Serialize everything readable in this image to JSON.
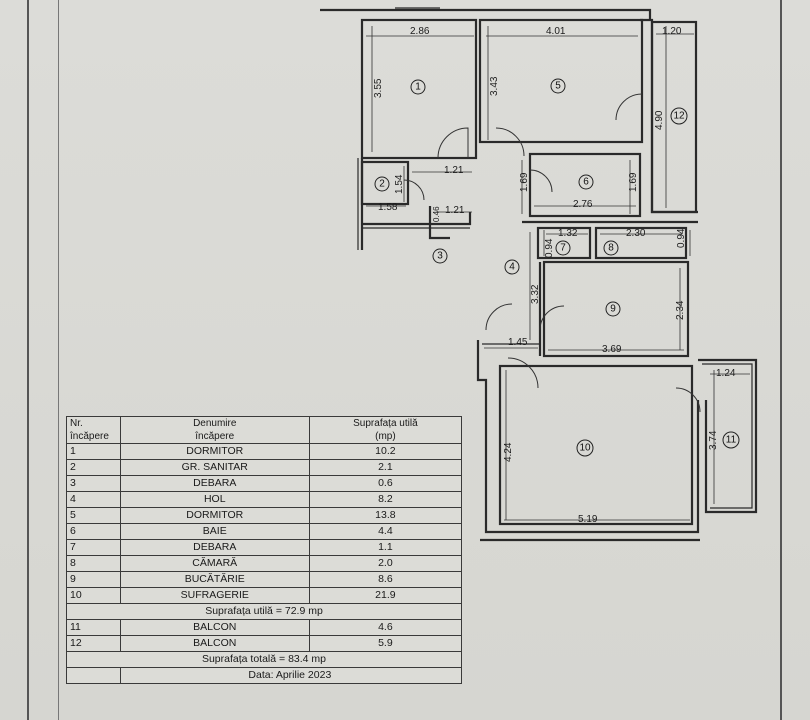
{
  "table": {
    "header": {
      "nr_line1": "Nr.",
      "nr_line2": "încăpere",
      "name_line1": "Denumire",
      "name_line2": "încăpere",
      "area_line1": "Suprafața utilă",
      "area_line2": "(mp)"
    },
    "rooms": [
      {
        "nr": "1",
        "name": "DORMITOR",
        "area": "10.2"
      },
      {
        "nr": "2",
        "name": "GR. SANITAR",
        "area": "2.1"
      },
      {
        "nr": "3",
        "name": "DEBARA",
        "area": "0.6"
      },
      {
        "nr": "4",
        "name": "HOL",
        "area": "8.2"
      },
      {
        "nr": "5",
        "name": "DORMITOR",
        "area": "13.8"
      },
      {
        "nr": "6",
        "name": "BAIE",
        "area": "4.4"
      },
      {
        "nr": "7",
        "name": "DEBARA",
        "area": "1.1"
      },
      {
        "nr": "8",
        "name": "CĂMARĂ",
        "area": "2.0"
      },
      {
        "nr": "9",
        "name": "BUCĂTĂRIE",
        "area": "8.6"
      },
      {
        "nr": "10",
        "name": "SUFRAGERIE",
        "area": "21.9"
      }
    ],
    "useful_total": "Suprafața utilă = 72.9 mp",
    "balconies": [
      {
        "nr": "11",
        "name": "BALCON",
        "area": "4.6"
      },
      {
        "nr": "12",
        "name": "BALCON",
        "area": "5.9"
      }
    ],
    "grand_total": "Suprafața totală = 83.4 mp",
    "date": "Data: Aprilie 2023"
  },
  "plan": {
    "room_numbers": [
      "1",
      "2",
      "3",
      "4",
      "5",
      "6",
      "7",
      "8",
      "9",
      "10",
      "11",
      "12"
    ],
    "dimensions": {
      "r1_width": "2.86",
      "r1_height": "3.55",
      "r5_width": "4.01",
      "r5_height": "3.43",
      "r12_width": "1.20",
      "r12_height": "4.90",
      "r2_width": "1.58",
      "r2_height": "1.54",
      "door_width_a": "1.21",
      "door_width_b": "1.21",
      "r3_small": "0.46",
      "r6_width": "2.76",
      "r6_h_left": "1.69",
      "r6_h_right": "1.69",
      "r7_width": "1.32",
      "r7_height": "0.94",
      "r8_width": "2.30",
      "r8_height": "0.94",
      "hol_height": "3.32",
      "hol_width": "1.45",
      "r9_width": "3.69",
      "r9_height": "2.34",
      "r10_width": "5.19",
      "r10_height": "4.24",
      "r11_width": "1.24",
      "r11_height": "3.74"
    }
  }
}
